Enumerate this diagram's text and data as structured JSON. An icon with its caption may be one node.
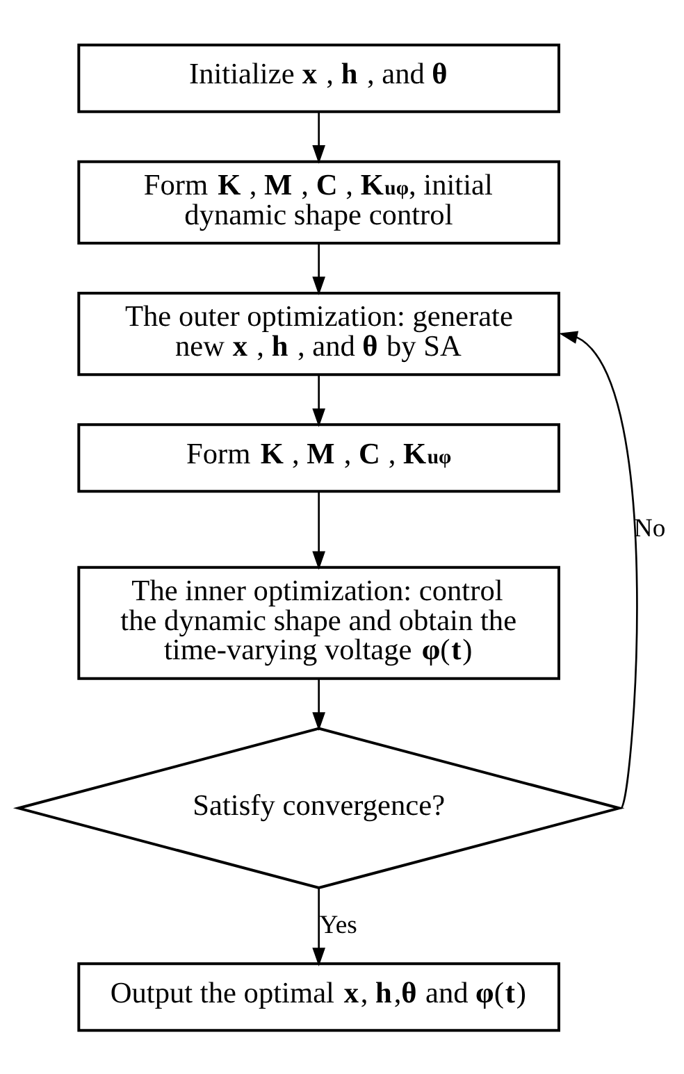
{
  "diagram": {
    "nodes": [
      {
        "text": [
          "Initialize **x** , **h** , and **θ**"
        ]
      },
      {
        "text": [
          "Form **K** , **M** , **C** , **K**$_{uφ}$, initial dynamic shape control"
        ]
      },
      {
        "text": [
          "The outer optimization: generate new **x** , **h** , and **θ** by SA"
        ]
      },
      {
        "text": [
          "Form **K** , **M** , **C** , **K**$_{uφ}$"
        ]
      },
      {
        "text": [
          "The inner optimization: control the dynamic shape and obtain the time-varying voltage **φ**(**t**)"
        ]
      },
      {
        "text": [
          "Satisfy convergence?"
        ]
      },
      {
        "text": [
          "Output the optimal **x**, **h**,**θ** and **φ**(**t**)"
        ]
      }
    ],
    "edges": [
      {
        "from": 0,
        "to": 1,
        "arrow": "to"
      },
      {
        "from": 1,
        "to": 2,
        "arrow": "to"
      },
      {
        "from": 2,
        "to": 3,
        "arrow": "to"
      },
      {
        "from": 3,
        "to": 4,
        "arrow": "to"
      },
      {
        "from": 4,
        "to": 5,
        "arrow": "to"
      },
      {
        "from": 5,
        "to": 6,
        "label": "Yes",
        "arrow": "to"
      },
      {
        "from": 5,
        "to": 2,
        "label": "No",
        "arrow": "to"
      }
    ]
  }
}
